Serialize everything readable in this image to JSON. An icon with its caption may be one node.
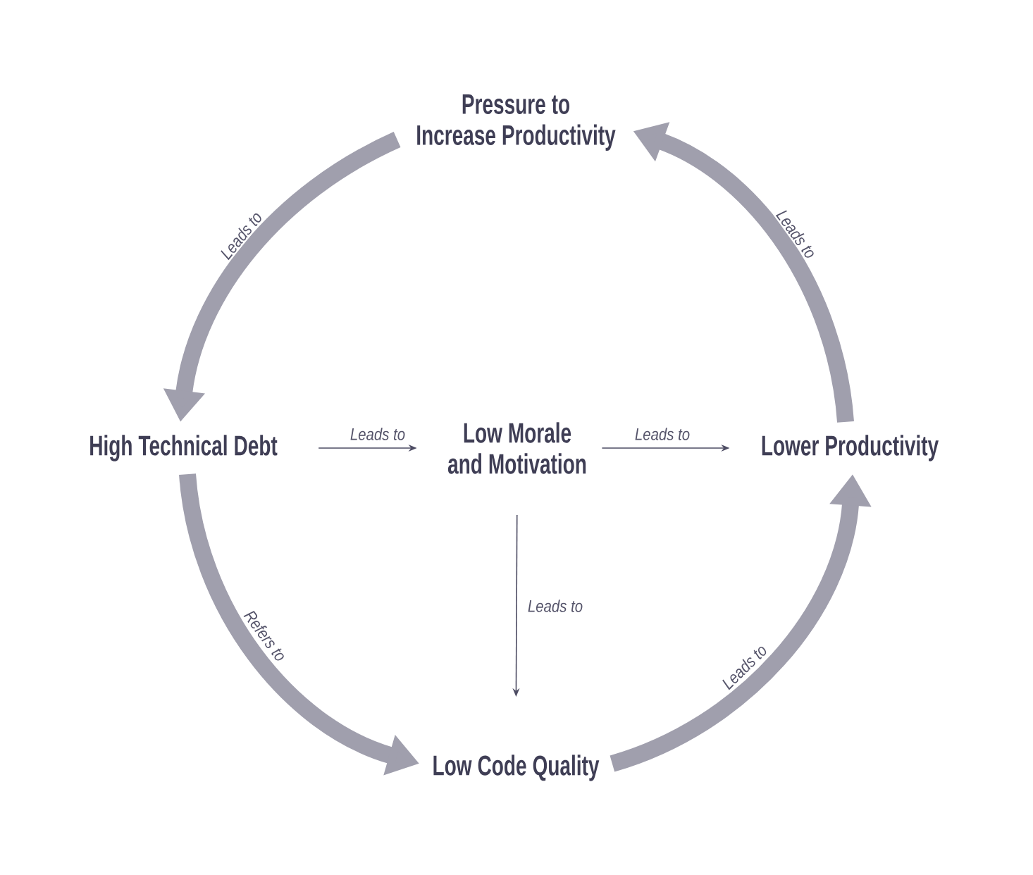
{
  "diagram": {
    "nodes": [
      {
        "text": [
          "Pressure to Increase Productivity"
        ]
      },
      {
        "text": [
          "High Technical Debt"
        ]
      },
      {
        "text": [
          "Low Morale and Motivation"
        ]
      },
      {
        "text": [
          "Lower Productivity"
        ]
      },
      {
        "text": [
          "Low Code Quality"
        ]
      }
    ],
    "edges": [
      {
        "from": 0,
        "to": 1,
        "arrow": "to",
        "label": "Leads to"
      },
      {
        "from": 1,
        "to": 2,
        "arrow": "to",
        "label": "Leads to",
        "color": "#4d4c63"
      },
      {
        "from": 2,
        "to": 3,
        "arrow": "to",
        "label": "Leads to",
        "color": "#4d4c63"
      },
      {
        "from": 2,
        "to": 4,
        "arrow": "to",
        "label": "Leads to",
        "color": "#4d4c63"
      },
      {
        "from": 1,
        "to": 4,
        "arrow": "to",
        "label": "Refers to"
      },
      {
        "from": 4,
        "to": 3,
        "arrow": "to",
        "label": "Leads to"
      },
      {
        "from": 3,
        "to": 0,
        "arrow": "to",
        "label": "Leads to"
      }
    ]
  }
}
